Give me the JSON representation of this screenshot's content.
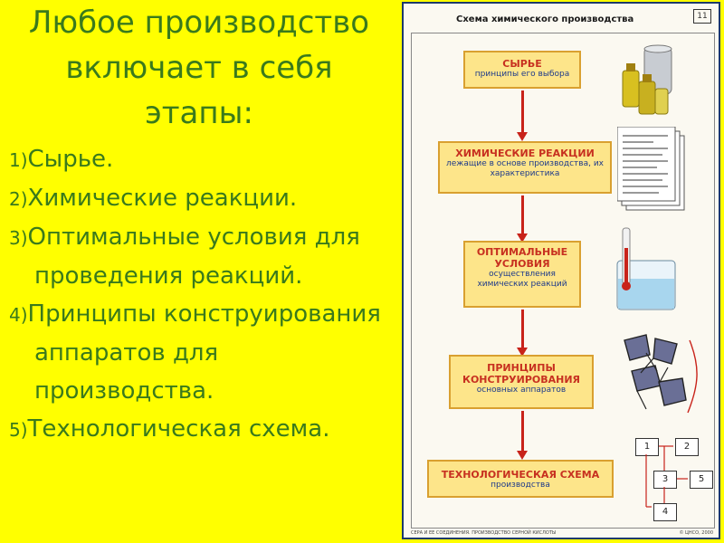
{
  "slide": {
    "title_lines": [
      "Любое производство",
      "включает в себя",
      "этапы:"
    ],
    "stages": [
      {
        "num": "1)",
        "text": "Сырье."
      },
      {
        "num": "2)",
        "text": "Химические реакции."
      },
      {
        "num": "3)",
        "text": "Оптимальные условия для проведения реакций."
      },
      {
        "num": "4)",
        "text": "Принципы конструирования аппаратов для производства."
      },
      {
        "num": "5)",
        "text": "Технологическая схема."
      }
    ]
  },
  "poster": {
    "title": "Схема химического производства",
    "number": "11",
    "boxes": [
      {
        "head": "СЫРЬЕ",
        "sub": "принципы его выбора"
      },
      {
        "head": "ХИМИЧЕСКИЕ РЕАКЦИИ",
        "sub": "лежащие в основе производства, их характеристика"
      },
      {
        "head": "ОПТИМАЛЬНЫЕ УСЛОВИЯ",
        "sub": "осуществления химических реакций"
      },
      {
        "head": "ПРИНЦИПЫ КОНСТРУИРОВАНИЯ",
        "sub": "основных аппаратов"
      },
      {
        "head": "ТЕХНОЛОГИЧЕСКАЯ СХЕМА",
        "sub": "производства"
      }
    ],
    "flow_nodes": [
      "1",
      "2",
      "3",
      "5",
      "4"
    ],
    "footer_left": "СЕРА И ЕЕ СОЕДИНЕНИЯ. ПРОИЗВОДСТВО СЕРНОЙ КИСЛОТЫ",
    "footer_right": "© ЦНСО, 2000",
    "colors": {
      "title_green": "#3a7a1c",
      "background": "#ffff00",
      "box_fill": "#fde58a",
      "arrow_red": "#c8231a"
    }
  }
}
